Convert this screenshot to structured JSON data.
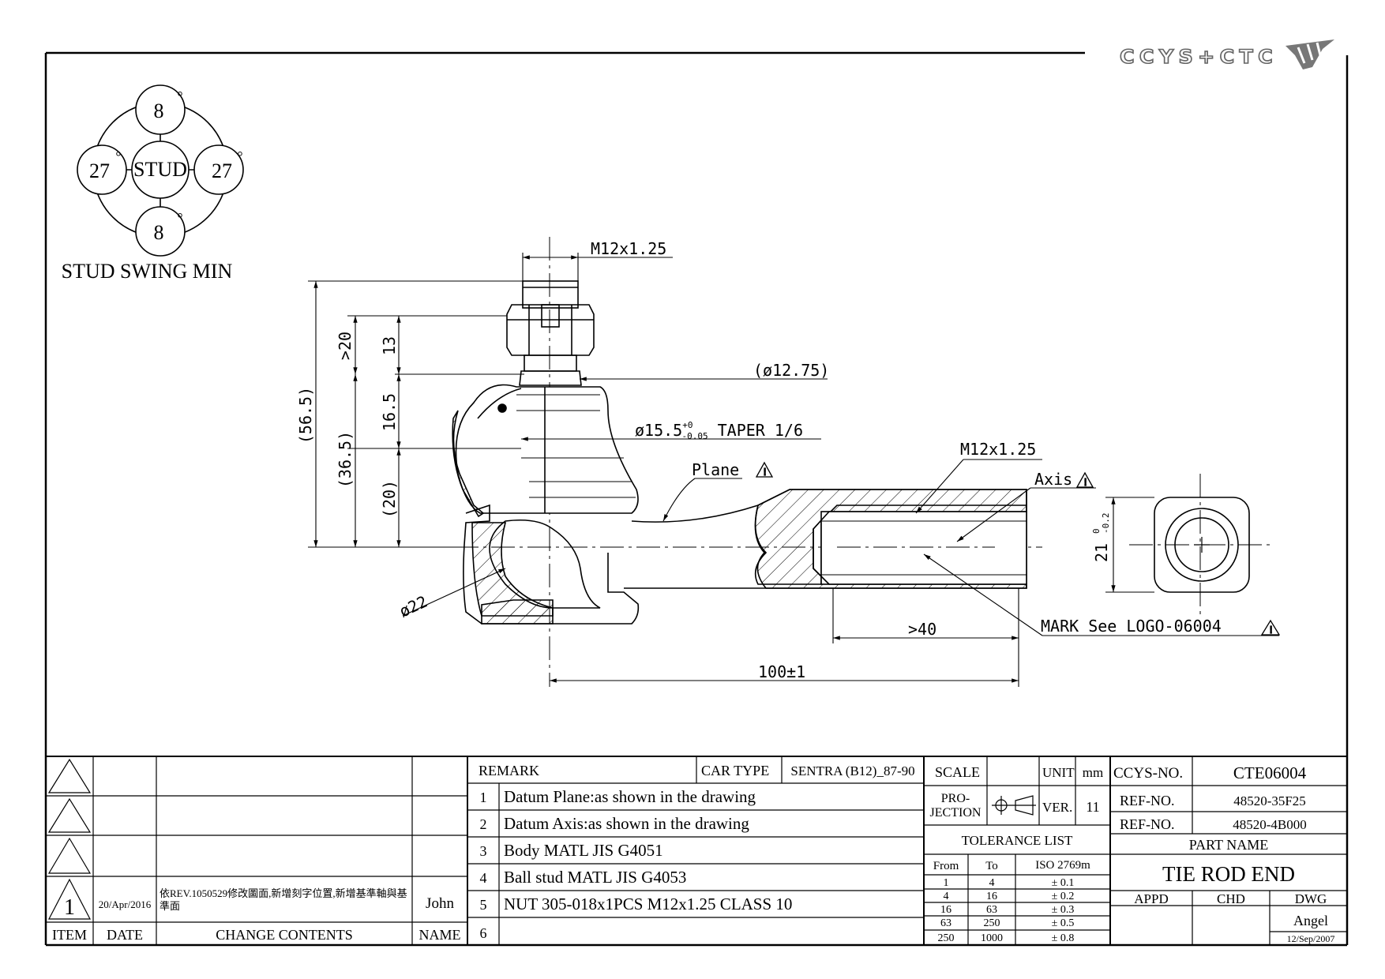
{
  "logo": {
    "text": "CCYS+CTC"
  },
  "swing": {
    "top": "8",
    "bottom": "8",
    "left": "27",
    "right": "27",
    "center": "STUD",
    "degree": "°",
    "caption": "STUD SWING MIN"
  },
  "dims": {
    "stud_thread": "M12x1.25",
    "d20": ">20",
    "d13": "13",
    "d56": "(56.5)",
    "d365": "(36.5)",
    "d165": "16.5",
    "d20b": "(20)",
    "phi1275": "(ø12.75)",
    "taper": "ø15.5+0-0.05 TAPER 1/6",
    "taper_main": "ø15.5",
    "taper_tol_up": "+0",
    "taper_tol_dn": "-0.05",
    "taper_rest": " TAPER 1/6",
    "plane": "Plane",
    "body_thread": "M12x1.25",
    "axis": "Axis",
    "phi22": "ø22",
    "d40": ">40",
    "d100": "100±1",
    "mark": "MARK See LOGO-06004",
    "hex": "21",
    "hex_tol_up": "0",
    "hex_tol_dn": "-0.2",
    "warn": "!"
  },
  "revisions": {
    "rows": [
      {
        "item": "",
        "date": "",
        "contents": "",
        "name": ""
      },
      {
        "item": "",
        "date": "",
        "contents": "",
        "name": ""
      },
      {
        "item": "",
        "date": "",
        "contents": "",
        "name": ""
      },
      {
        "item": "1",
        "date": "20/Apr/2016",
        "contents_line1": "依REV.1050529修改圖面,新增刻字位置,新增基準軸與基",
        "contents_line2": "準面",
        "name": "John"
      }
    ],
    "header": {
      "item": "ITEM",
      "date": "DATE",
      "contents": "CHANGE CONTENTS",
      "name": "NAME"
    }
  },
  "remarks": {
    "label": "REMARK",
    "car_type_label": "CAR TYPE",
    "car_type": "SENTRA (B12)_87-90",
    "items": [
      {
        "no": "1",
        "text": "Datum Plane:as shown in the drawing"
      },
      {
        "no": "2",
        "text": "Datum Axis:as shown in the drawing"
      },
      {
        "no": "3",
        "text": "Body MATL JIS G4051"
      },
      {
        "no": "4",
        "text": "Ball stud MATL JIS G4053"
      },
      {
        "no": "5",
        "text": "NUT 305-018x1PCS M12x1.25 CLASS 10"
      },
      {
        "no": "6",
        "text": ""
      }
    ]
  },
  "titleblock": {
    "scale": "SCALE",
    "unit_label": "UNIT",
    "unit": "mm",
    "projection": "PRO-",
    "projection2": "JECTION",
    "ver_label": "VER.",
    "ver": "11",
    "tol_title": "TOLERANCE LIST",
    "tol_from": "From",
    "tol_to": "To",
    "tol_iso": "ISO 2769m",
    "tol_rows": [
      {
        "from": "1",
        "to": "4",
        "tol": "± 0.1"
      },
      {
        "from": "4",
        "to": "16",
        "tol": "± 0.2"
      },
      {
        "from": "16",
        "to": "63",
        "tol": "± 0.3"
      },
      {
        "from": "63",
        "to": "250",
        "tol": "± 0.5"
      },
      {
        "from": "250",
        "to": "1000",
        "tol": "± 0.8"
      }
    ],
    "ccys_label": "CCYS-NO.",
    "ccys_no": "CTE06004",
    "ref1_label": "REF-NO.",
    "ref1": "48520-35F25",
    "ref2_label": "REF-NO.",
    "ref2": "48520-4B000",
    "part_label": "PART NAME",
    "part_name": "TIE ROD END",
    "appd": "APPD",
    "chd": "CHD",
    "dwg": "DWG",
    "drawer": "Angel",
    "dwg_date": "12/Sep/2007"
  }
}
